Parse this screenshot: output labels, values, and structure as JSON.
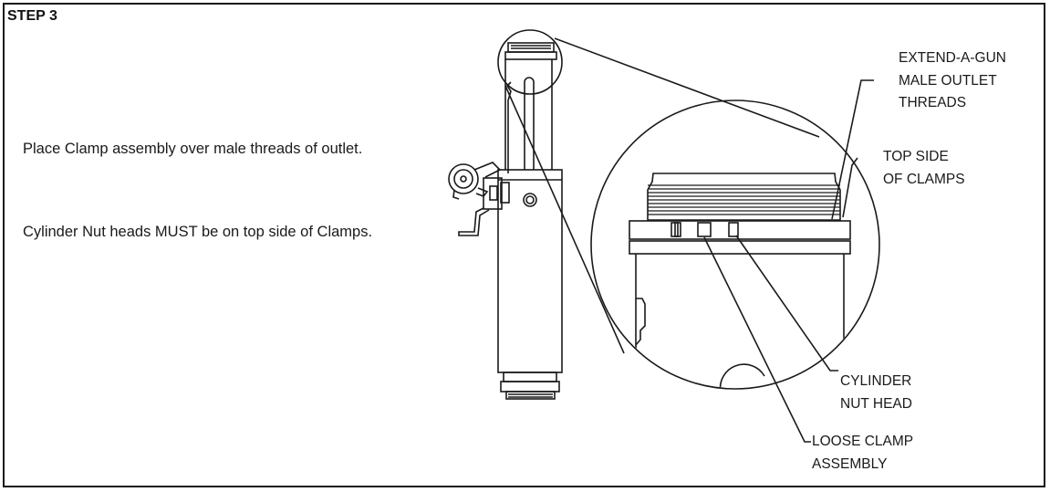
{
  "step_title": "STEP 3",
  "instructions": [
    "Place Clamp assembly over male threads of outlet.",
    "Cylinder Nut heads MUST be on top side of Clamps."
  ],
  "callouts": {
    "outlet_threads": [
      "EXTEND-A-GUN",
      "MALE OUTLET",
      "THREADS"
    ],
    "top_side": [
      "TOP SIDE",
      "OF CLAMPS"
    ],
    "nut_head": [
      "CYLINDER",
      "NUT HEAD"
    ],
    "clamp_assembly": [
      "LOOSE CLAMP",
      "ASSEMBLY"
    ]
  },
  "colors": {
    "line": "#1a1a1a",
    "background": "#ffffff"
  }
}
